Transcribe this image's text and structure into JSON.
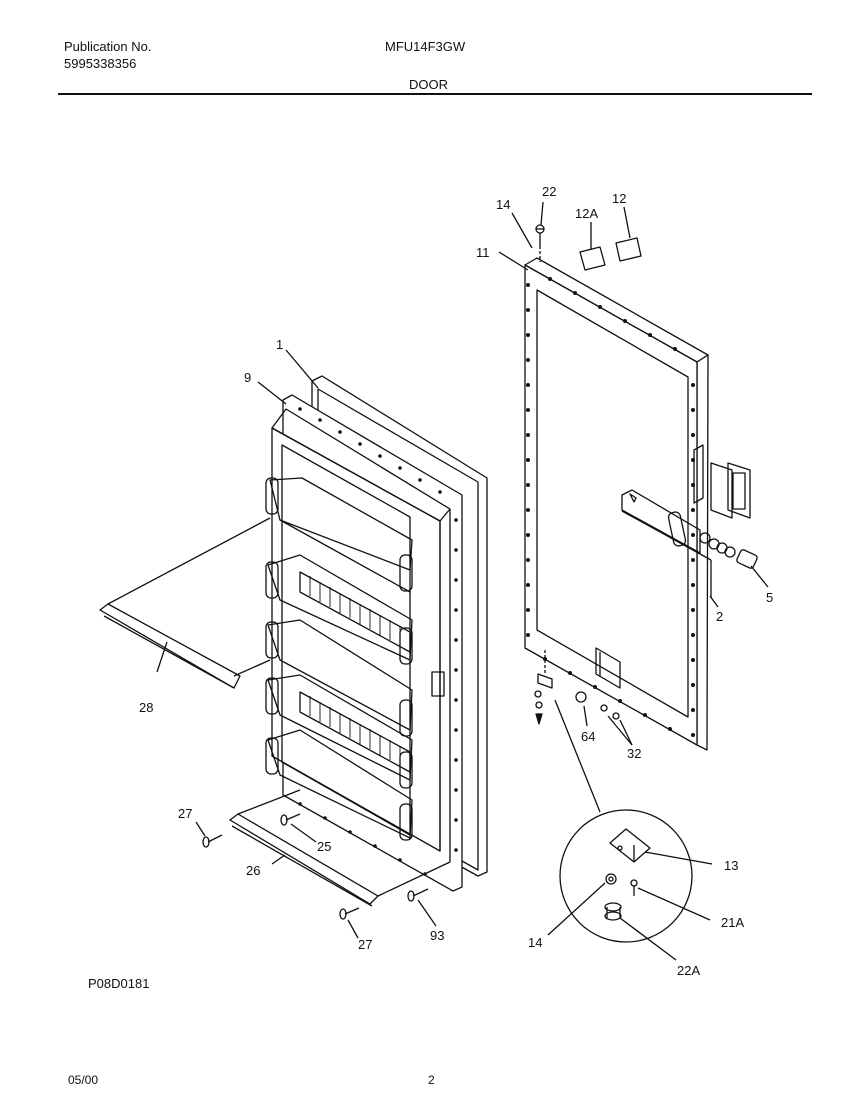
{
  "header": {
    "publication_label": "Publication No.",
    "publication_number": "5995338356",
    "model": "MFU14F3GW",
    "section": "DOOR"
  },
  "figure_code": "P08D0181",
  "footer": {
    "date": "05/00",
    "page": "2"
  },
  "callouts": {
    "c1": "1",
    "c9": "9",
    "c28": "28",
    "c27a": "27",
    "c25": "25",
    "c26": "26",
    "c27b": "27",
    "c93": "93",
    "c14a": "14",
    "c22": "22",
    "c12a": "12A",
    "c12": "12",
    "c11": "11",
    "c5": "5",
    "c2": "2",
    "c64": "64",
    "c32": "32",
    "c13": "13",
    "c14b": "14",
    "c21a": "21A",
    "c22a": "22A"
  }
}
